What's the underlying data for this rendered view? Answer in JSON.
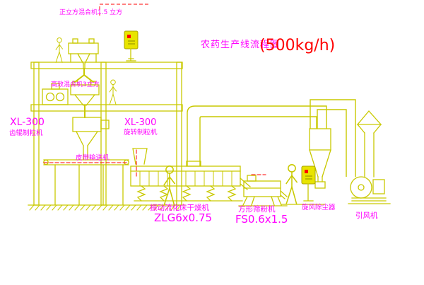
{
  "colors": {
    "line": "#c9c900",
    "label_magenta": "#ff00ff",
    "accent_red": "#ff0000",
    "background": "#ffffff"
  },
  "header": {
    "title": "农药生产线流程图",
    "capacity": "(500kg/h)"
  },
  "equipment_labels": {
    "cube_mixer": "正立方混合机1.5 立方",
    "high_efficiency_mixer": "高效混合机3立方",
    "roller_granulator": {
      "model": "XL-300",
      "name": "齿辊制粒机"
    },
    "rotary_granulator": {
      "model": "XL-300",
      "name": "旋转制粒机"
    },
    "belt_conveyor": "皮带输送机",
    "fluid_bed_dryer": {
      "name": "振动流化床干燥机",
      "model": "ZLG6x0.75"
    },
    "square_sieve": {
      "name": "方形筛粉机",
      "model": "FS0.6x1.5"
    },
    "cyclone": "旋风除尘器",
    "fan": "引风机"
  }
}
